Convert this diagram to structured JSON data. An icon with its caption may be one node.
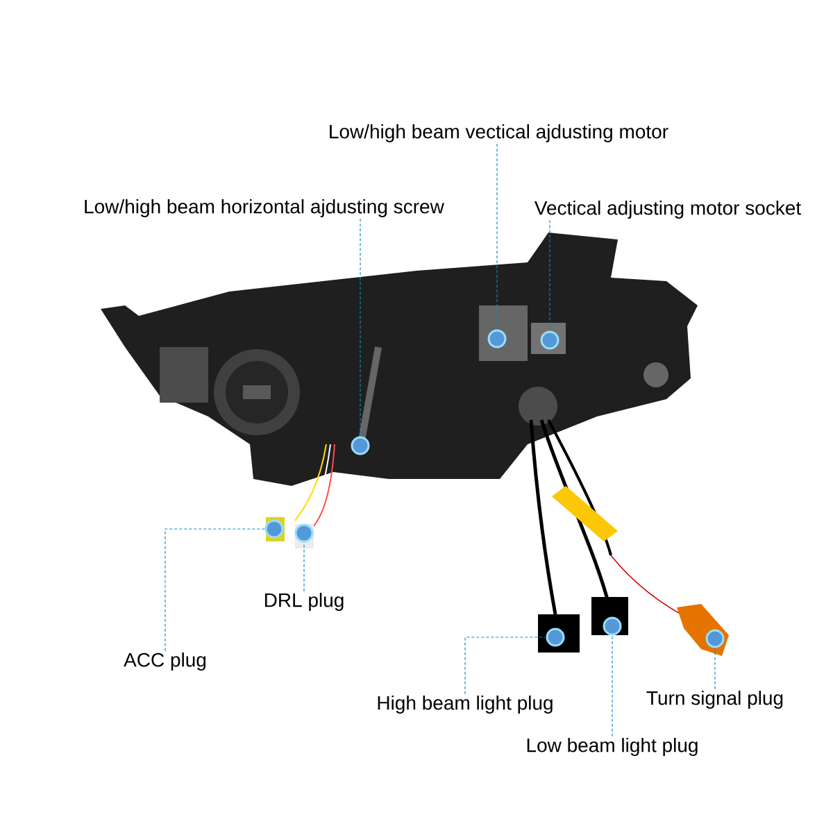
{
  "diagram": {
    "nodes": [
      {
        "text": [
          "Low/high beam vectical ajdusting motor"
        ]
      },
      {
        "text": [
          "Low/high beam horizontal ajdusting screw"
        ]
      },
      {
        "text": [
          "Vectical adjusting motor socket"
        ]
      },
      {
        "text": [
          "DRL plug"
        ]
      },
      {
        "text": [
          "ACC plug"
        ]
      },
      {
        "text": [
          "High beam light plug"
        ]
      },
      {
        "text": [
          "Turn signal plug"
        ]
      },
      {
        "text": [
          "Low beam light plug"
        ]
      },
      {
        "text": [],
        "shape": "circle"
      },
      {
        "text": [],
        "shape": "circle"
      },
      {
        "text": [],
        "shape": "circle"
      },
      {
        "text": [],
        "shape": "circle"
      },
      {
        "text": [],
        "shape": "circle"
      },
      {
        "text": [],
        "shape": "circle"
      },
      {
        "text": [],
        "shape": "circle"
      },
      {
        "text": [],
        "shape": "circle"
      }
    ],
    "edges": [
      {
        "from": 0,
        "to": 8,
        "arrow": "none",
        "style": "dashed"
      },
      {
        "from": 1,
        "to": 9,
        "arrow": "none",
        "style": "dashed"
      },
      {
        "from": 2,
        "to": 10,
        "arrow": "none",
        "style": "dashed"
      },
      {
        "from": 3,
        "to": 11,
        "arrow": "none",
        "style": "dashed"
      },
      {
        "from": 4,
        "to": 12,
        "arrow": "none",
        "style": "dashed"
      },
      {
        "from": 5,
        "to": 13,
        "arrow": "none",
        "style": "dashed"
      },
      {
        "from": 6,
        "to": 14,
        "arrow": "none",
        "style": "dashed"
      },
      {
        "from": 7,
        "to": 15,
        "arrow": "none",
        "style": "dashed"
      }
    ]
  }
}
